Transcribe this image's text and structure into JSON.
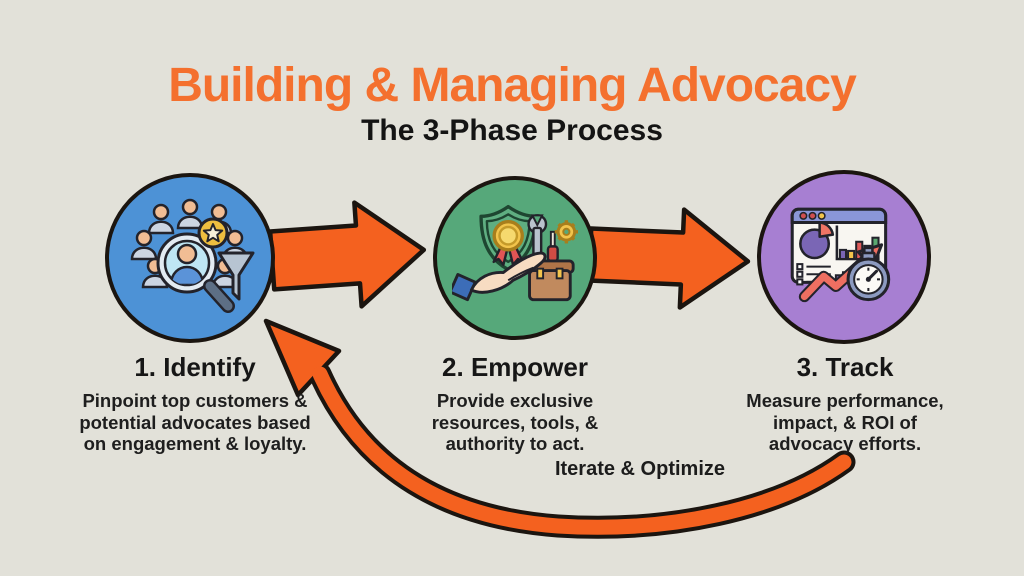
{
  "title": "Building & Managing Advocacy",
  "subtitle": "The 3-Phase Process",
  "loop_label": "Iterate & Optimize",
  "phases": [
    {
      "label": "1. Identify",
      "description_lines": [
        "Pinpoint top customers &",
        "potential advocates based",
        "on engagement & loyalty."
      ],
      "icon": "audience-magnifier-star-funnel-icon",
      "circle_color": "#4d92d6"
    },
    {
      "label": "2. Empower",
      "description_lines": [
        "Provide exclusive",
        "resources, tools, &",
        "authority to act."
      ],
      "icon": "hand-shield-medal-toolbox-icon",
      "circle_color": "#56a87a"
    },
    {
      "label": "3. Track",
      "description_lines": [
        "Measure performance,",
        "impact, & ROI of",
        "advocacy efforts."
      ],
      "icon": "dashboard-stopwatch-growth-arrow-icon",
      "circle_color": "#a77fd2"
    }
  ],
  "colors": {
    "background": "#e2e1d9",
    "title_orange": "#f4702e",
    "arrow_orange": "#f4611f",
    "outline_dark": "#1b1510",
    "text_dark": "#161616"
  }
}
